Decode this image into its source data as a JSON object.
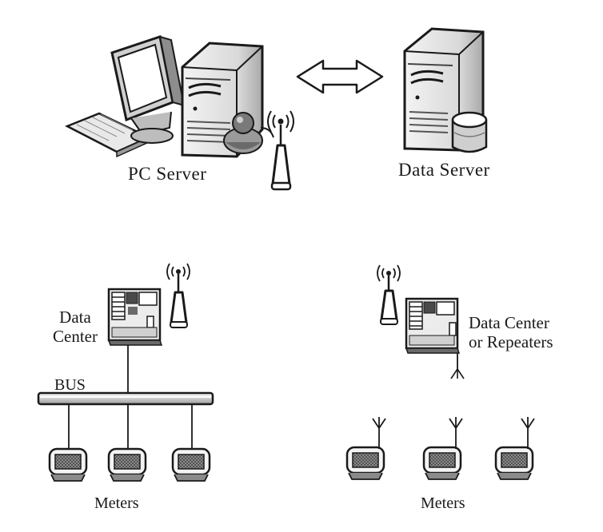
{
  "diagram": {
    "pc_server_label": "PC Server",
    "data_server_label": "Data Server",
    "data_center_left_line1": "Data",
    "data_center_left_line2": "Center",
    "data_center_right_line1": "Data Center",
    "data_center_right_line2": "or Repeaters",
    "bus_label": "BUS",
    "meters_left_label": "Meters",
    "meters_right_label": "Meters"
  },
  "colors": {
    "ink": "#1a1a1a",
    "gray_dark": "#555555",
    "gray_mid": "#8a8a8a",
    "gray_light": "#d6d6d6",
    "paper": "#ffffff"
  }
}
